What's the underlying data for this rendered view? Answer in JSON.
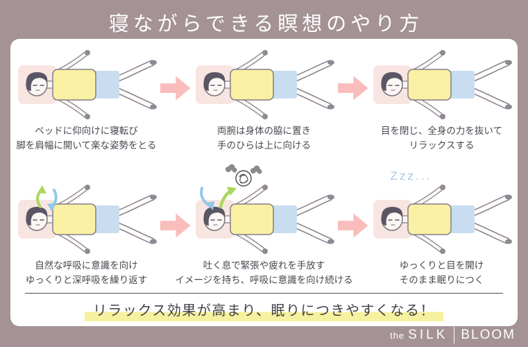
{
  "title": "寝ながらできる瞑想のやり方",
  "steps": [
    {
      "line1": "ベッドに仰向けに寝転び",
      "line2": "脚を肩幅に開いて楽な姿勢をとる"
    },
    {
      "line1": "両腕は身体の脇に置き",
      "line2": "手のひらは上に向ける"
    },
    {
      "line1": "目を閉じ、全身の力を抜いて",
      "line2": "リラックスする"
    },
    {
      "line1": "自然な呼吸に意識を向け",
      "line2": "ゆっくりと深呼吸を繰り返す"
    },
    {
      "line1": "吐く息で緊張や疲れを手放す",
      "line2": "イメージを持ち、呼吸に意識を向け続ける"
    },
    {
      "line1": "ゆっくりと目を開け",
      "line2": "そのまま眠りにつく"
    }
  ],
  "zzz_label": "Zzz...",
  "summary": "リラックス効果が高まり、眠りにつきやすくなる！",
  "logo": {
    "the": "the",
    "silk": "SILK",
    "bloom": "BLOOM"
  },
  "icons": {
    "flow": "flow-arrow-icon (pink right block arrow)",
    "exhale": "exhale-arrow-icon (green curved up arrow)",
    "inhale": "inhale-arrow-icon (blue curved down arrow)",
    "thoughts": "tangled-thoughts-icon (scribble ball)",
    "puffs": "smoke-puff-icon (gray clouds)"
  },
  "colors": {
    "background": "#a49295",
    "card": "#ffffff",
    "flow_arrow_pink": "#f9bdbc",
    "highlight_yellow": "#f6f19e",
    "zzz_blue": "#a5cbe9",
    "exhale_green": "#abd75e",
    "inhale_blue": "#90c9e9",
    "shirt_yellow": "#f9f0a3",
    "shorts_blue": "#c8def0",
    "pillow_pink": "#f8e5e1",
    "text_dark": "#4a4750"
  }
}
